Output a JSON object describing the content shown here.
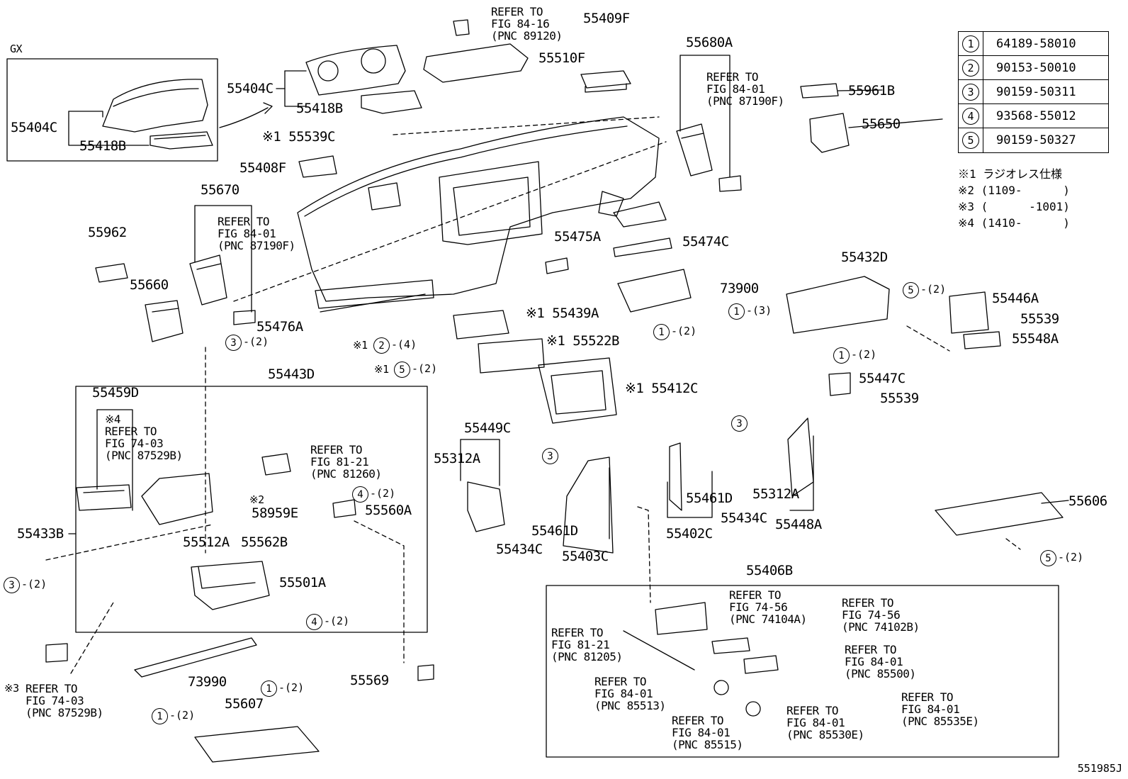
{
  "figure_code": "551985J",
  "variant_label": "GX",
  "parts_table": [
    {
      "key": "1",
      "part": "64189-58010"
    },
    {
      "key": "2",
      "part": "90153-50010"
    },
    {
      "key": "3",
      "part": "90159-50311"
    },
    {
      "key": "4",
      "part": "93568-55012"
    },
    {
      "key": "5",
      "part": "90159-50327"
    }
  ],
  "notes": [
    "※1 ラジオレス仕様",
    "※2 (1109-      )",
    "※3 (      -1001)",
    "※4 (1410-      )"
  ],
  "part_labels": {
    "p55404C_gx": "55404C",
    "p55418B_gx": "55418B",
    "p55404C": "55404C",
    "p55418B": "55418B",
    "p55539C": "※1 55539C",
    "p55408F": "55408F",
    "p55510F": "55510F",
    "p55409F": "55409F",
    "p55680A": "55680A",
    "p55961B": "55961B",
    "p55650": "55650",
    "p55670": "55670",
    "p55962": "55962",
    "p55660": "55660",
    "p55476A": "55476A",
    "p55475A": "55475A",
    "p55474C": "55474C",
    "p73900": "73900",
    "p55432D": "55432D",
    "p55446A": "55446A",
    "p55539a": "55539",
    "p55548A": "55548A",
    "p55439A": "※1 55439A",
    "p55522B": "※1 55522B",
    "p55443D": "55443D",
    "p55412C": "※1 55412C",
    "p55447C": "55447C",
    "p55539b": "55539",
    "p55459D": "55459D",
    "p58959E": "58959E",
    "p55560A": "55560A",
    "p55433B": "55433B",
    "p55512A": "55512A",
    "p55562B": "55562B",
    "p55501A": "55501A",
    "p55449C": "55449C",
    "p55312A_l": "55312A",
    "p55461D_l": "55461D",
    "p55434C_l": "55434C",
    "p55403C": "55403C",
    "p55402C": "55402C",
    "p55461D_r": "55461D",
    "p55434C_r": "55434C",
    "p55312A_r": "55312A",
    "p55448A": "55448A",
    "p55606": "55606",
    "p55406B": "55406B",
    "p73990": "73990",
    "p55607": "55607",
    "p55569": "55569"
  },
  "refs": {
    "r_89120": "REFER TO\nFIG 84-16\n(PNC 89120)",
    "r_87190F_r": "REFER TO\nFIG 84-01\n(PNC 87190F)",
    "r_87190F_l": "REFER TO\nFIG 84-01\n(PNC 87190F)",
    "r_87529B_a": "※4\nREFER TO\nFIG 74-03\n(PNC 87529B)",
    "r_81260": "REFER TO\nFIG 81-21\n(PNC 81260)",
    "r_87529B_b": "REFER TO\nFIG 74-03\n(PNC 87529B)",
    "r_74104A": "REFER TO\nFIG 74-56\n(PNC 74104A)",
    "r_74102B": "REFER TO\nFIG 74-56\n(PNC 74102B)",
    "r_81205": "REFER TO\nFIG 81-21\n(PNC 81205)",
    "r_85500": "REFER TO\nFIG 84-01\n(PNC 85500)",
    "r_85513": "REFER TO\nFIG 84-01\n(PNC 85513)",
    "r_85535E": "REFER TO\nFIG 84-01\n(PNC 85535E)",
    "r_85530E": "REFER TO\nFIG 84-01\n(PNC 85530E)",
    "r_85515": "REFER TO\nFIG 84-01\n(PNC 85515)"
  },
  "marks": {
    "m2": "※2",
    "m3": "※3",
    "m1a": "※1",
    "m1b": "※1"
  },
  "callouts": [
    {
      "n": "1",
      "q": "-(3)"
    },
    {
      "n": "1",
      "q": "-(2)"
    },
    {
      "n": "1",
      "q": "-(2)"
    },
    {
      "n": "5",
      "q": "-(2)"
    },
    {
      "n": "3",
      "q": "-(2)"
    },
    {
      "n": "2",
      "q": "-(4)"
    },
    {
      "n": "5",
      "q": "-(2)"
    },
    {
      "n": "4",
      "q": "-(2)"
    },
    {
      "n": "3",
      "q": "-(2)"
    },
    {
      "n": "4",
      "q": "-(2)"
    },
    {
      "n": "1",
      "q": "-(2)"
    },
    {
      "n": "1",
      "q": "-(2)"
    },
    {
      "n": "3",
      "q": ""
    },
    {
      "n": "3",
      "q": ""
    },
    {
      "n": "5",
      "q": "-(2)"
    }
  ]
}
